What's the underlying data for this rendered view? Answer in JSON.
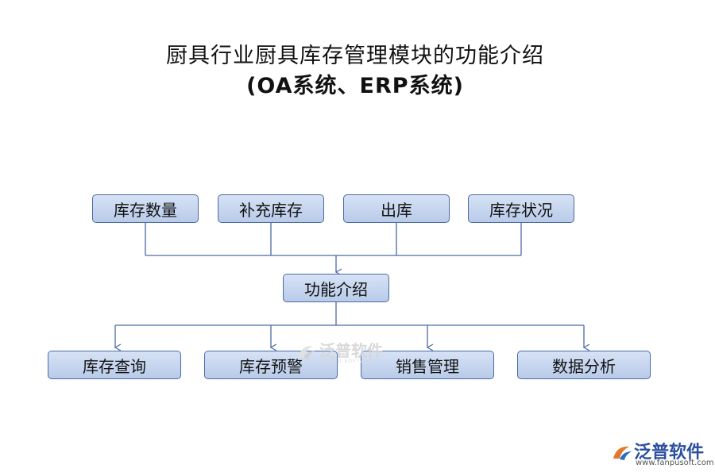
{
  "title_line1": "厨具行业厨具库存管理模块的功能介绍",
  "title_line2": "(OA系统、ERP系统)",
  "top_boxes": [
    "库存数量",
    "补充库存",
    "出库",
    "库存状况"
  ],
  "center_box": "功能介绍",
  "bottom_boxes": [
    "库存查询",
    "库存预警",
    "销售管理",
    "数据分析"
  ],
  "watermark": {
    "name": "泛普软件",
    "sub": "FANPU SOFTWARE"
  },
  "brand": {
    "name": "泛普软件",
    "url": "www.fanpusoft.com"
  },
  "colors": {
    "box_fill": "#c7d6ef",
    "box_border": "#4a6aa6",
    "line": "#4a6aa6"
  }
}
